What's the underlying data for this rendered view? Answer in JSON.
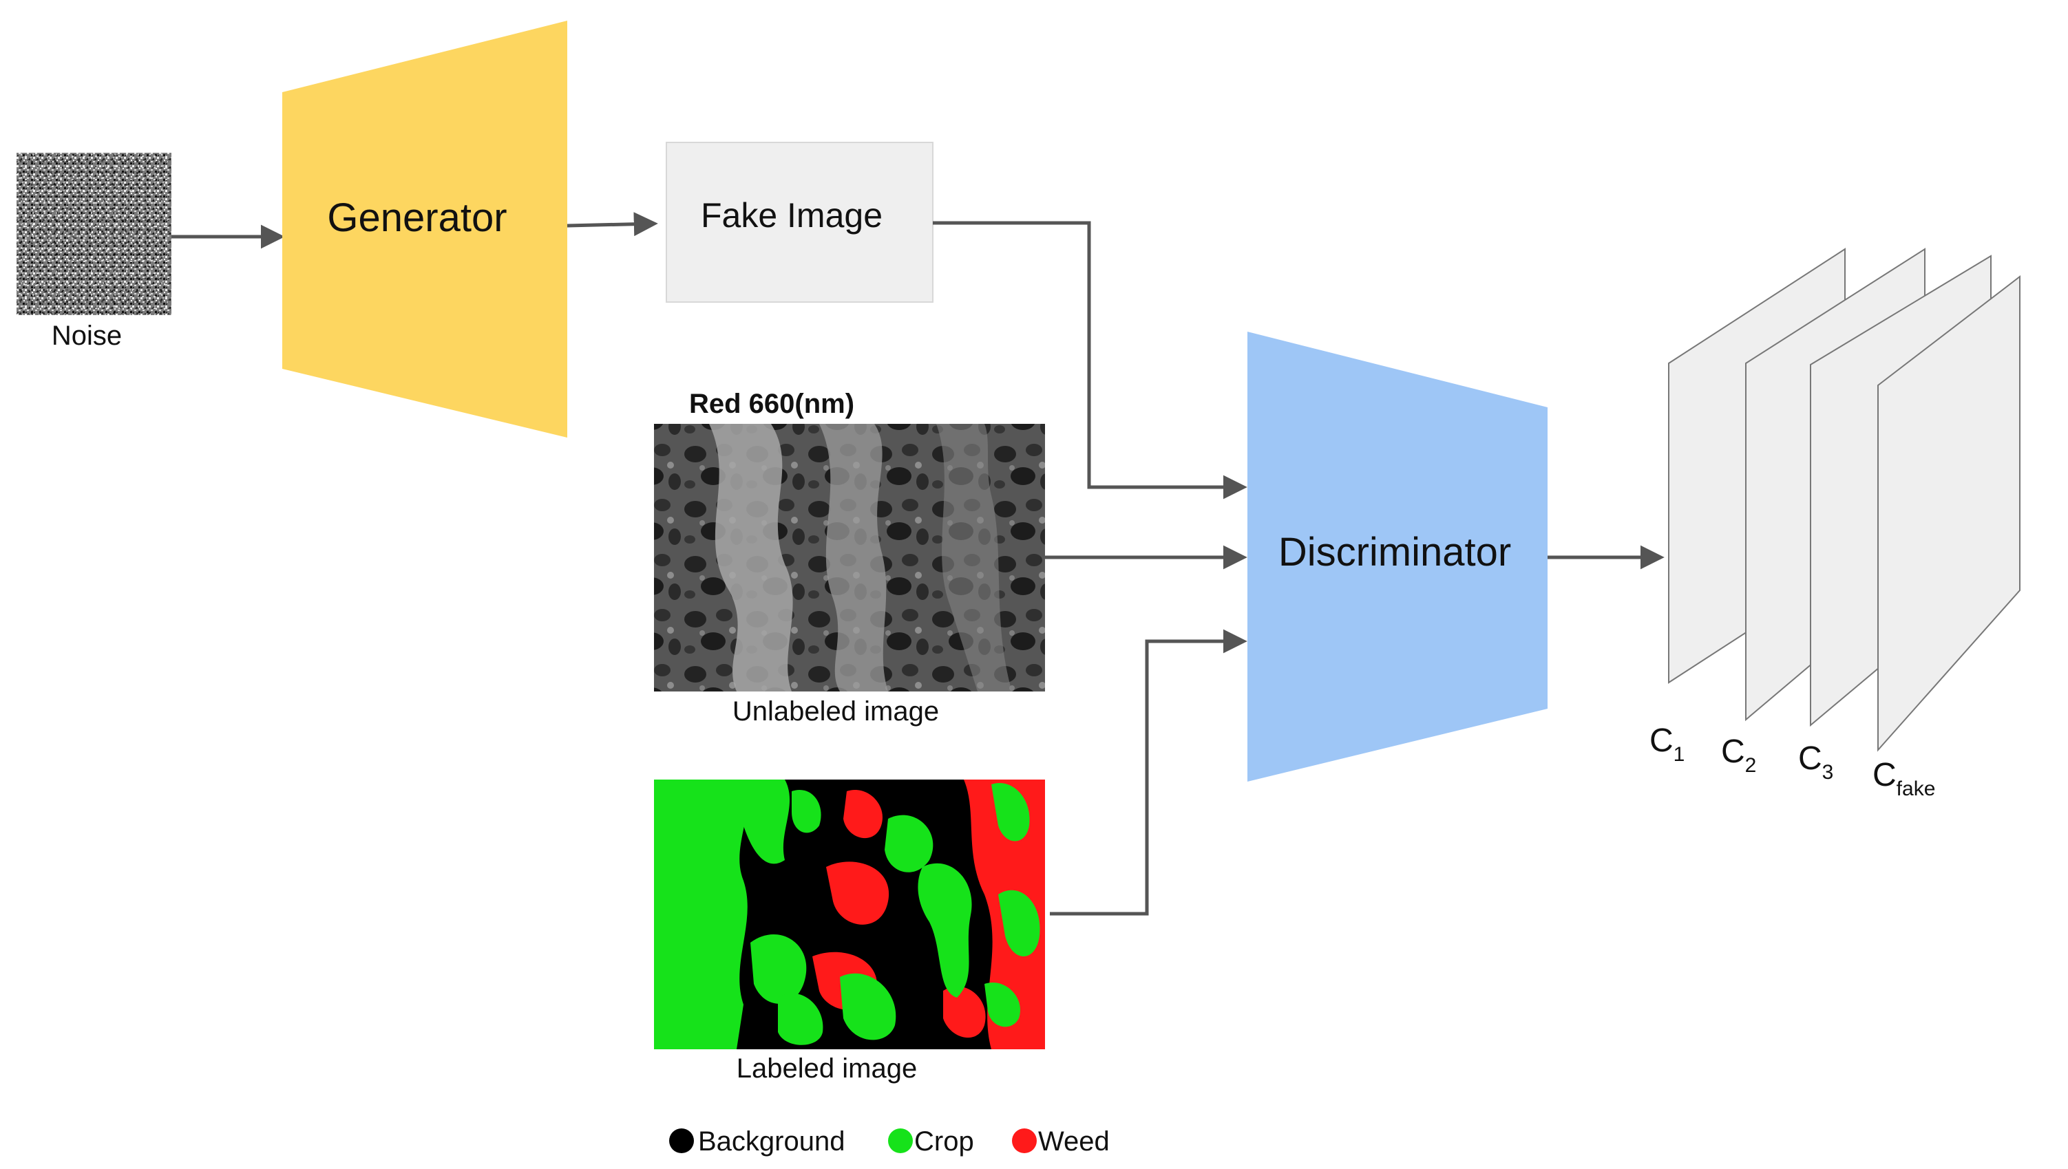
{
  "diagram": {
    "noise_label": "Noise",
    "generator_label": "Generator",
    "fake_image_label": "Fake Image",
    "red_band_label": "Red 660(nm)",
    "unlabeled_label": "Unlabeled image",
    "labeled_label": "Labeled image",
    "discriminator_label": "Discriminator",
    "outputs": [
      {
        "base": "C",
        "sub": "1"
      },
      {
        "base": "C",
        "sub": "2"
      },
      {
        "base": "C",
        "sub": "3"
      },
      {
        "base": "C",
        "sub": "fake"
      }
    ],
    "legend": [
      {
        "label": "Background",
        "color": "#000000"
      },
      {
        "label": "Crop",
        "color": "#16e21a"
      },
      {
        "label": "Weed",
        "color": "#ff1a1a"
      }
    ]
  },
  "colors": {
    "generator": "#fdd660",
    "discriminator": "#9ec6f6",
    "fake_image_box": "#efefef",
    "output_plane": "#efefef",
    "arrow": "#555555",
    "crop": "#16e21a",
    "weed": "#ff1a1a"
  }
}
